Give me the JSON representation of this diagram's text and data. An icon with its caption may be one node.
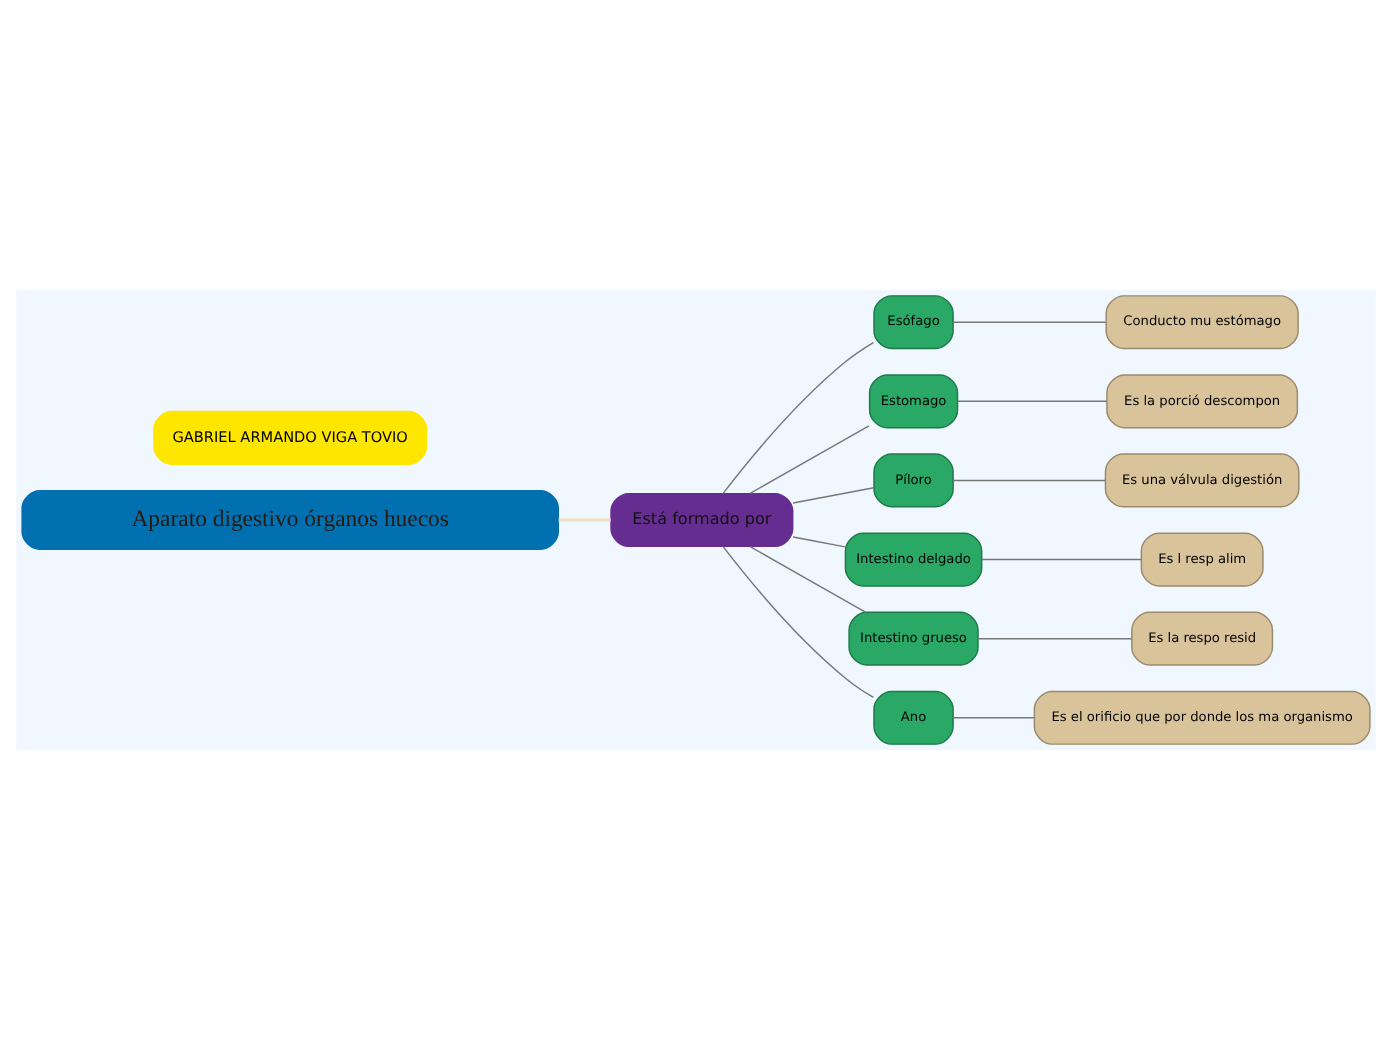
{
  "diagram": {
    "nodes": [
      {
        "text": [
          "Aparato digestivo órganos huecos"
        ]
      },
      {
        "text": [
          "Está formado por"
        ]
      },
      {
        "text": [
          "GABRIEL ARMANDO VIGA TOVIO"
        ]
      },
      {
        "text": [
          "Esófago"
        ]
      },
      {
        "text": [
          "Conducto mu estómago"
        ]
      },
      {
        "text": [
          "Estomago"
        ]
      },
      {
        "text": [
          "Es la porció descompon"
        ]
      },
      {
        "text": [
          "Píloro"
        ]
      },
      {
        "text": [
          "Es una válvula digestión"
        ]
      },
      {
        "text": [
          "Intestino delgado"
        ]
      },
      {
        "text": [
          "Es l resp alim"
        ]
      },
      {
        "text": [
          "Intestino grueso"
        ]
      },
      {
        "text": [
          "Es la respo resid"
        ]
      },
      {
        "text": [
          "Ano"
        ]
      },
      {
        "text": [
          "Es el orificio que por donde los ma organismo"
        ]
      }
    ],
    "edges": [
      {
        "from": 0,
        "to": 1,
        "arrow": "none",
        "color": "#f3dcbe"
      },
      {
        "from": 1,
        "to": 3,
        "arrow": "none"
      },
      {
        "from": 3,
        "to": 4,
        "arrow": "none"
      },
      {
        "from": 1,
        "to": 5,
        "arrow": "none"
      },
      {
        "from": 5,
        "to": 6,
        "arrow": "none"
      },
      {
        "from": 1,
        "to": 7,
        "arrow": "none"
      },
      {
        "from": 7,
        "to": 8,
        "arrow": "none"
      },
      {
        "from": 1,
        "to": 9,
        "arrow": "none"
      },
      {
        "from": 9,
        "to": 10,
        "arrow": "none"
      },
      {
        "from": 1,
        "to": 11,
        "arrow": "none"
      },
      {
        "from": 11,
        "to": 12,
        "arrow": "none"
      },
      {
        "from": 1,
        "to": 13,
        "arrow": "none"
      },
      {
        "from": 13,
        "to": 14,
        "arrow": "none"
      }
    ]
  }
}
